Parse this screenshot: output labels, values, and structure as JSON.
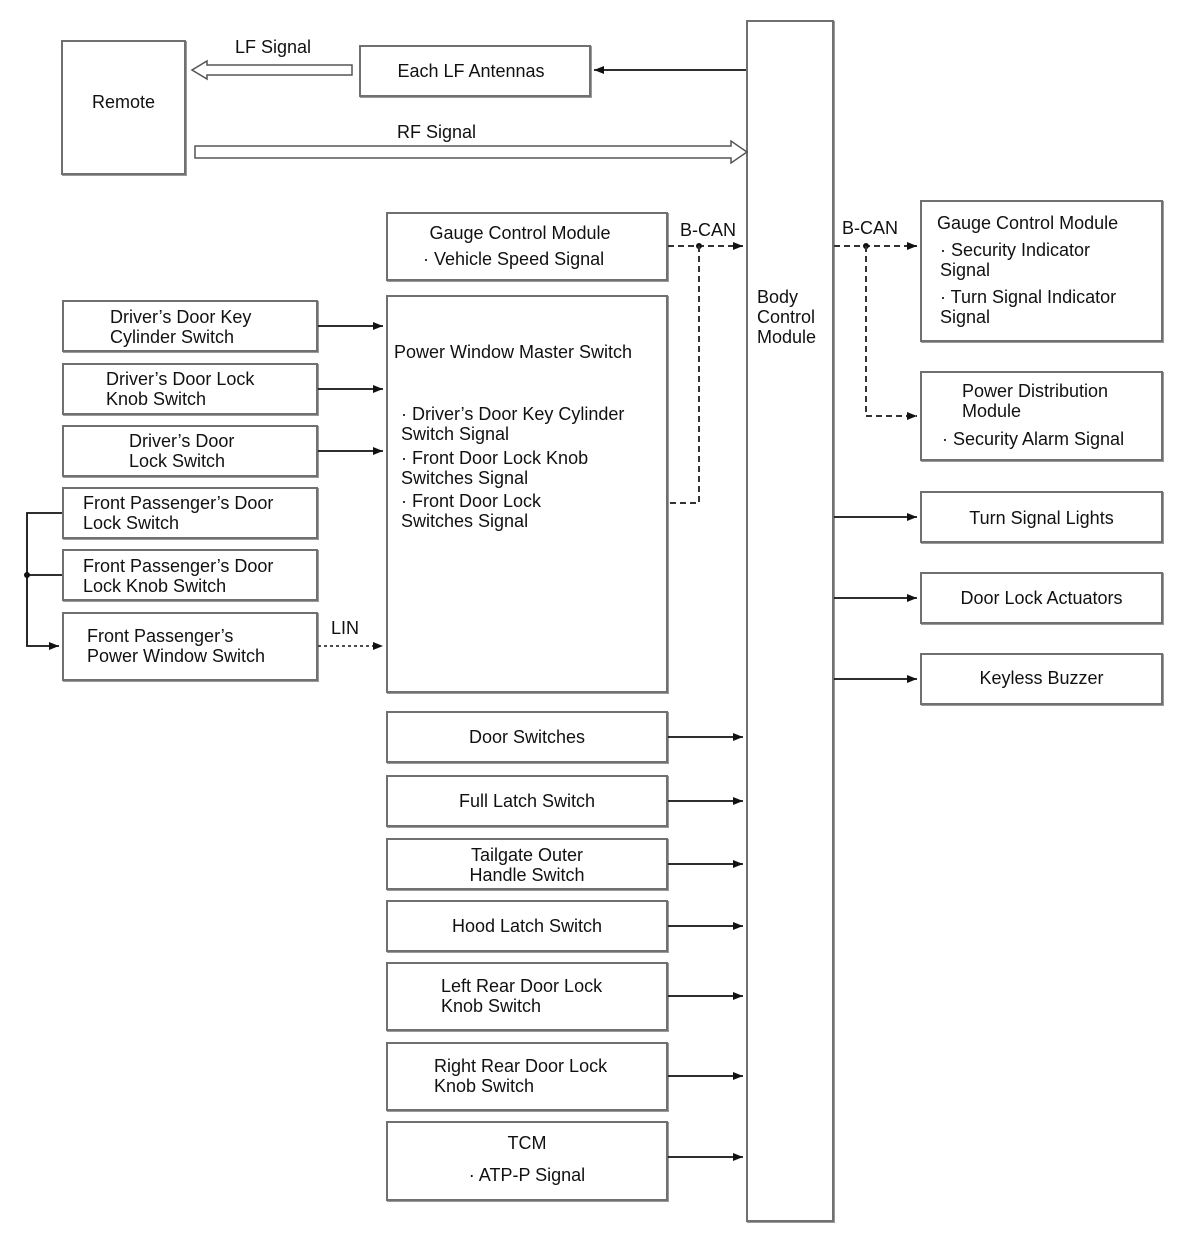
{
  "remote": "Remote",
  "lf_signal": "LF Signal",
  "rf_signal": "RF Signal",
  "lf_antennas": "Each LF Antennas",
  "bcm": "Body\nControl\nModule",
  "bcan_left": "B-CAN",
  "bcan_right": "B-CAN",
  "lin": "LIN",
  "gauge_left": {
    "title": "Gauge Control Module",
    "signal": "· Vehicle Speed Signal"
  },
  "pwms": {
    "title": "Power Window Master Switch",
    "signals": [
      "· Driver’s Door Key Cylinder\nSwitch Signal",
      "· Front Door Lock Knob\nSwitches Signal",
      "· Front Door Lock\nSwitches Signal"
    ]
  },
  "left_switches": [
    "Driver’s Door Key\nCylinder Switch",
    "Driver’s Door Lock\nKnob Switch",
    "Driver’s Door\nLock Switch",
    "Front Passenger’s Door\nLock Switch",
    "Front Passenger’s Door\nLock Knob Switch",
    "Front Passenger’s\nPower Window Switch"
  ],
  "middle_inputs": [
    "Door Switches",
    "Full Latch Switch",
    "Tailgate Outer\nHandle Switch",
    "Hood Latch Switch",
    "Left Rear Door Lock\nKnob Switch",
    "Right Rear Door Lock\nKnob Switch"
  ],
  "tcm": {
    "title": "TCM",
    "signal": "· ATP-P Signal"
  },
  "gauge_right": {
    "title": "Gauge Control Module",
    "signals": [
      "· Security Indicator\nSignal",
      "· Turn Signal Indicator\nSignal"
    ]
  },
  "pdm": {
    "title": "Power Distribution\nModule",
    "signal": "· Security Alarm Signal"
  },
  "outputs": [
    "Turn Signal Lights",
    "Door Lock Actuators",
    "Keyless Buzzer"
  ]
}
